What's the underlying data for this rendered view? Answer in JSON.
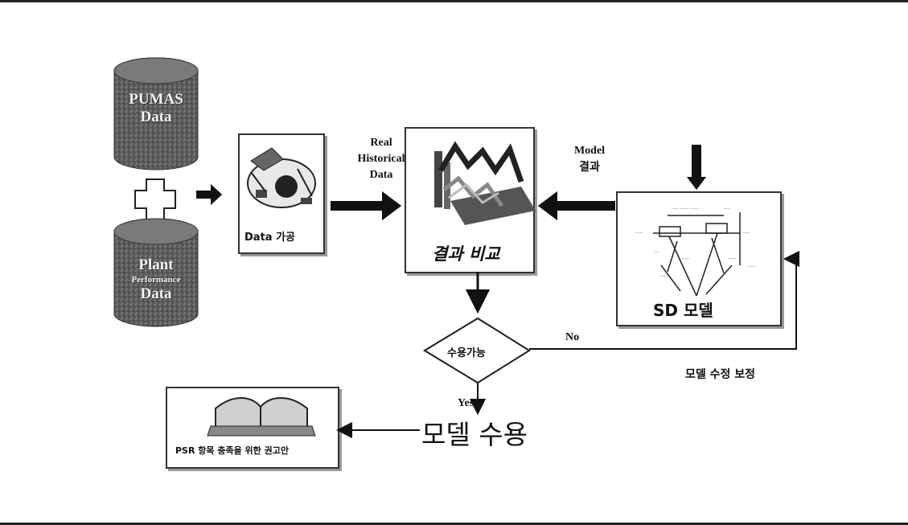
{
  "cylinders": {
    "top": {
      "line1": "PUMAS",
      "line2": "Data"
    },
    "bottom": {
      "line1": "Plant",
      "line2": "Performance",
      "line3": "Data"
    }
  },
  "data_process": {
    "label": "Data 가공"
  },
  "real_historical": {
    "line1": "Real",
    "line2": "Historical",
    "line3": "Data"
  },
  "result_compare": {
    "label": "결과 비교"
  },
  "model_result": {
    "line1": "Model",
    "line2": "결과"
  },
  "sd_model": {
    "label": "SD 모델"
  },
  "decision": {
    "label": "수용가능",
    "yes": "Yes",
    "no": "No"
  },
  "model_accept": {
    "label": "모델 수용"
  },
  "model_fix": {
    "label": "모델 수정 보정"
  },
  "psr": {
    "label": "PSR 항목 충족을 위한 권고안"
  }
}
